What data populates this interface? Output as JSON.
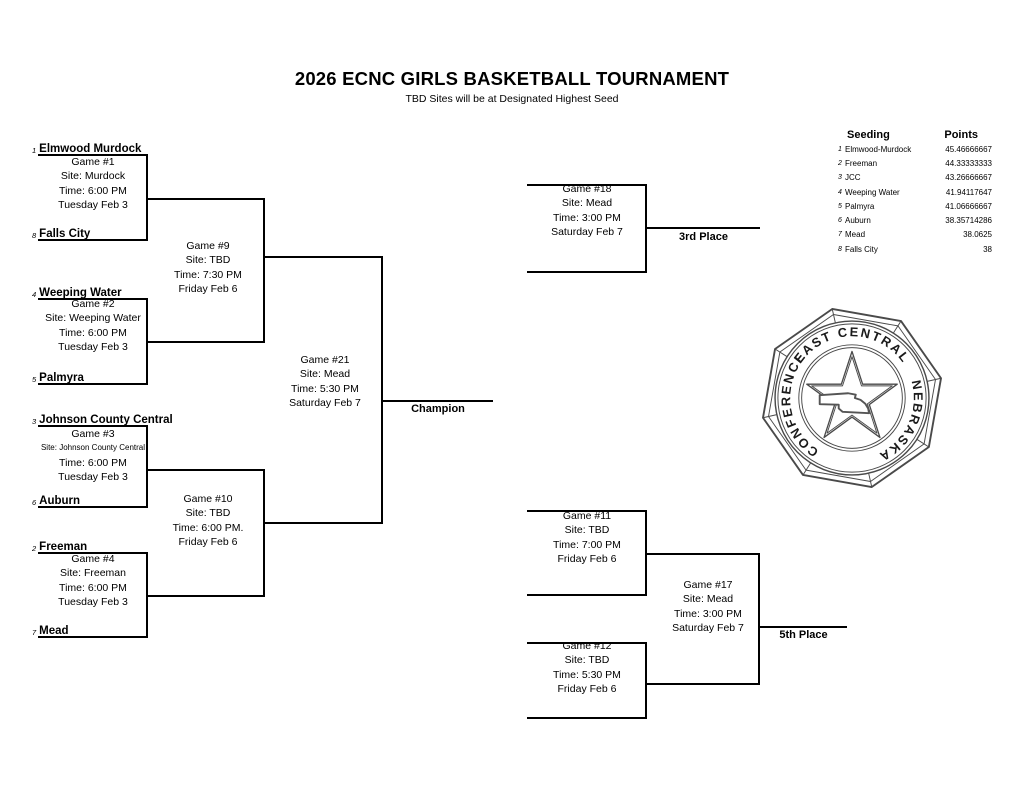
{
  "page": {
    "title": "2026 ECNC GIRLS BASKETBALL TOURNAMENT",
    "subtitle": "TBD Sites will be at Designated Highest Seed"
  },
  "slots": [
    {
      "seed": "1",
      "name": "Elmwood Murdock"
    },
    {
      "seed": "8",
      "name": "Falls City"
    },
    {
      "seed": "4",
      "name": "Weeping Water"
    },
    {
      "seed": "5",
      "name": "Palmyra"
    },
    {
      "seed": "3",
      "name": "Johnson County Central"
    },
    {
      "seed": "6",
      "name": "Auburn"
    },
    {
      "seed": "2",
      "name": "Freeman"
    },
    {
      "seed": "7",
      "name": "Mead"
    }
  ],
  "games": {
    "g1": {
      "lines": [
        "Game #1",
        "Site: Murdock",
        "Time: 6:00 PM",
        "Tuesday Feb 3"
      ]
    },
    "g2": {
      "lines": [
        "Game #2",
        "Site: Weeping Water",
        "Time: 6:00 PM",
        "Tuesday Feb 3"
      ]
    },
    "g3": {
      "lines": [
        "Game #3",
        "Site: Johnson County Central",
        "Time: 6:00 PM",
        "Tuesday Feb 3"
      ]
    },
    "g4": {
      "lines": [
        "Game #4",
        "Site: Freeman",
        "Time: 6:00 PM",
        "Tuesday Feb 3"
      ]
    },
    "g9": {
      "lines": [
        "Game #9",
        "Site: TBD",
        "Time: 7:30 PM",
        "Friday Feb 6"
      ]
    },
    "g10": {
      "lines": [
        "Game #10",
        "Site: TBD",
        "Time: 6:00 PM.",
        "Friday Feb 6"
      ]
    },
    "g11": {
      "lines": [
        "Game #11",
        "Site: TBD",
        "Time: 7:00 PM",
        "Friday Feb 6"
      ]
    },
    "g12": {
      "lines": [
        "Game #12",
        "Site: TBD",
        "Time: 5:30 PM",
        "Friday Feb 6"
      ]
    },
    "g17": {
      "lines": [
        "Game #17",
        "Site: Mead",
        "Time: 3:00 PM",
        "Saturday Feb 7"
      ]
    },
    "g18": {
      "lines": [
        "Game #18",
        "Site: Mead",
        "Time: 3:00 PM",
        "Saturday Feb 7"
      ]
    },
    "g21": {
      "lines": [
        "Game #21",
        "Site: Mead",
        "Time: 5:30 PM",
        "Saturday Feb 7"
      ]
    }
  },
  "labels": {
    "champion": "Champion",
    "third_place": "3rd Place",
    "fifth_place": "5th Place"
  },
  "seeding": {
    "col_seeding": "Seeding",
    "col_points": "Points",
    "rows": [
      {
        "seed": "1",
        "team": "Elmwood-Murdock",
        "points": "45.46666667"
      },
      {
        "seed": "2",
        "team": "Freeman",
        "points": "44.33333333"
      },
      {
        "seed": "3",
        "team": "JCC",
        "points": "43.26666667"
      },
      {
        "seed": "4",
        "team": "Weeping Water",
        "points": "41.94117647"
      },
      {
        "seed": "5",
        "team": "Palmyra",
        "points": "41.06666667"
      },
      {
        "seed": "6",
        "team": "Auburn",
        "points": "38.35714286"
      },
      {
        "seed": "7",
        "team": "Mead",
        "points": "38.0625"
      },
      {
        "seed": "8",
        "team": "Falls City",
        "points": "38"
      }
    ]
  },
  "logo": {
    "arc_top": "EAST CENTRAL",
    "arc_right": "NEBRASKA",
    "arc_left": "CONFERENCE"
  }
}
